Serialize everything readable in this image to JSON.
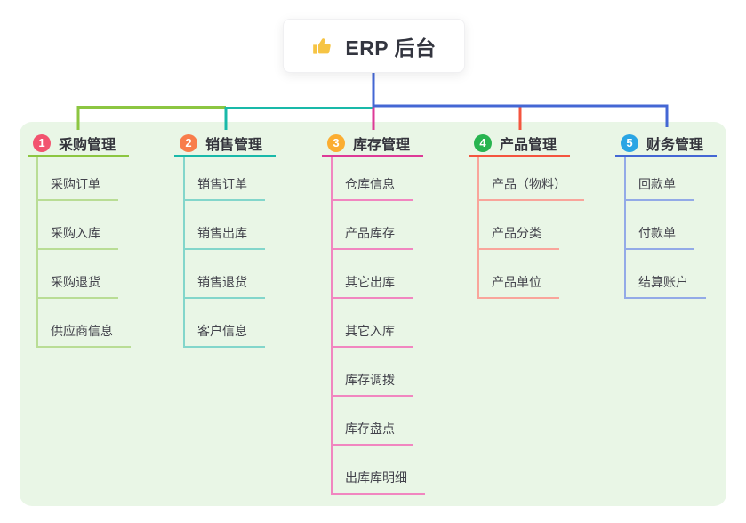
{
  "root": {
    "label": "ERP 后台",
    "icon": "thumbs-up-icon",
    "icon_color": "#f6c444"
  },
  "colors": {
    "page_background": "#ffffff",
    "panel_background": "#e9f6e6",
    "stem": "#4467d4",
    "root_text": "#33353f"
  },
  "branches": [
    {
      "num": "1",
      "label": "采购管理",
      "badge_color": "#f2536f",
      "line_color": "#8cc641",
      "child_line_color": "#b9dd95",
      "children": [
        "采购订单",
        "采购入库",
        "采购退货",
        "供应商信息"
      ]
    },
    {
      "num": "2",
      "label": "销售管理",
      "badge_color": "#f87d4b",
      "line_color": "#19b9a9",
      "child_line_color": "#83d6cb",
      "children": [
        "销售订单",
        "销售出库",
        "销售退货",
        "客户信息"
      ]
    },
    {
      "num": "3",
      "label": "库存管理",
      "badge_color": "#fbad31",
      "line_color": "#dd3a97",
      "child_line_color": "#f186c0",
      "children": [
        "仓库信息",
        "产品库存",
        "其它出库",
        "其它入库",
        "库存调拨",
        "库存盘点",
        "出库库明细"
      ]
    },
    {
      "num": "4",
      "label": "产品管理",
      "badge_color": "#28b450",
      "line_color": "#f4553f",
      "child_line_color": "#f9a59b",
      "children": [
        "产品（物料）",
        "产品分类",
        "产品单位"
      ]
    },
    {
      "num": "5",
      "label": "财务管理",
      "badge_color": "#2aa5e4",
      "line_color": "#4467d4",
      "child_line_color": "#93aae7",
      "children": [
        "回款单",
        "付款单",
        "结算账户"
      ]
    }
  ]
}
